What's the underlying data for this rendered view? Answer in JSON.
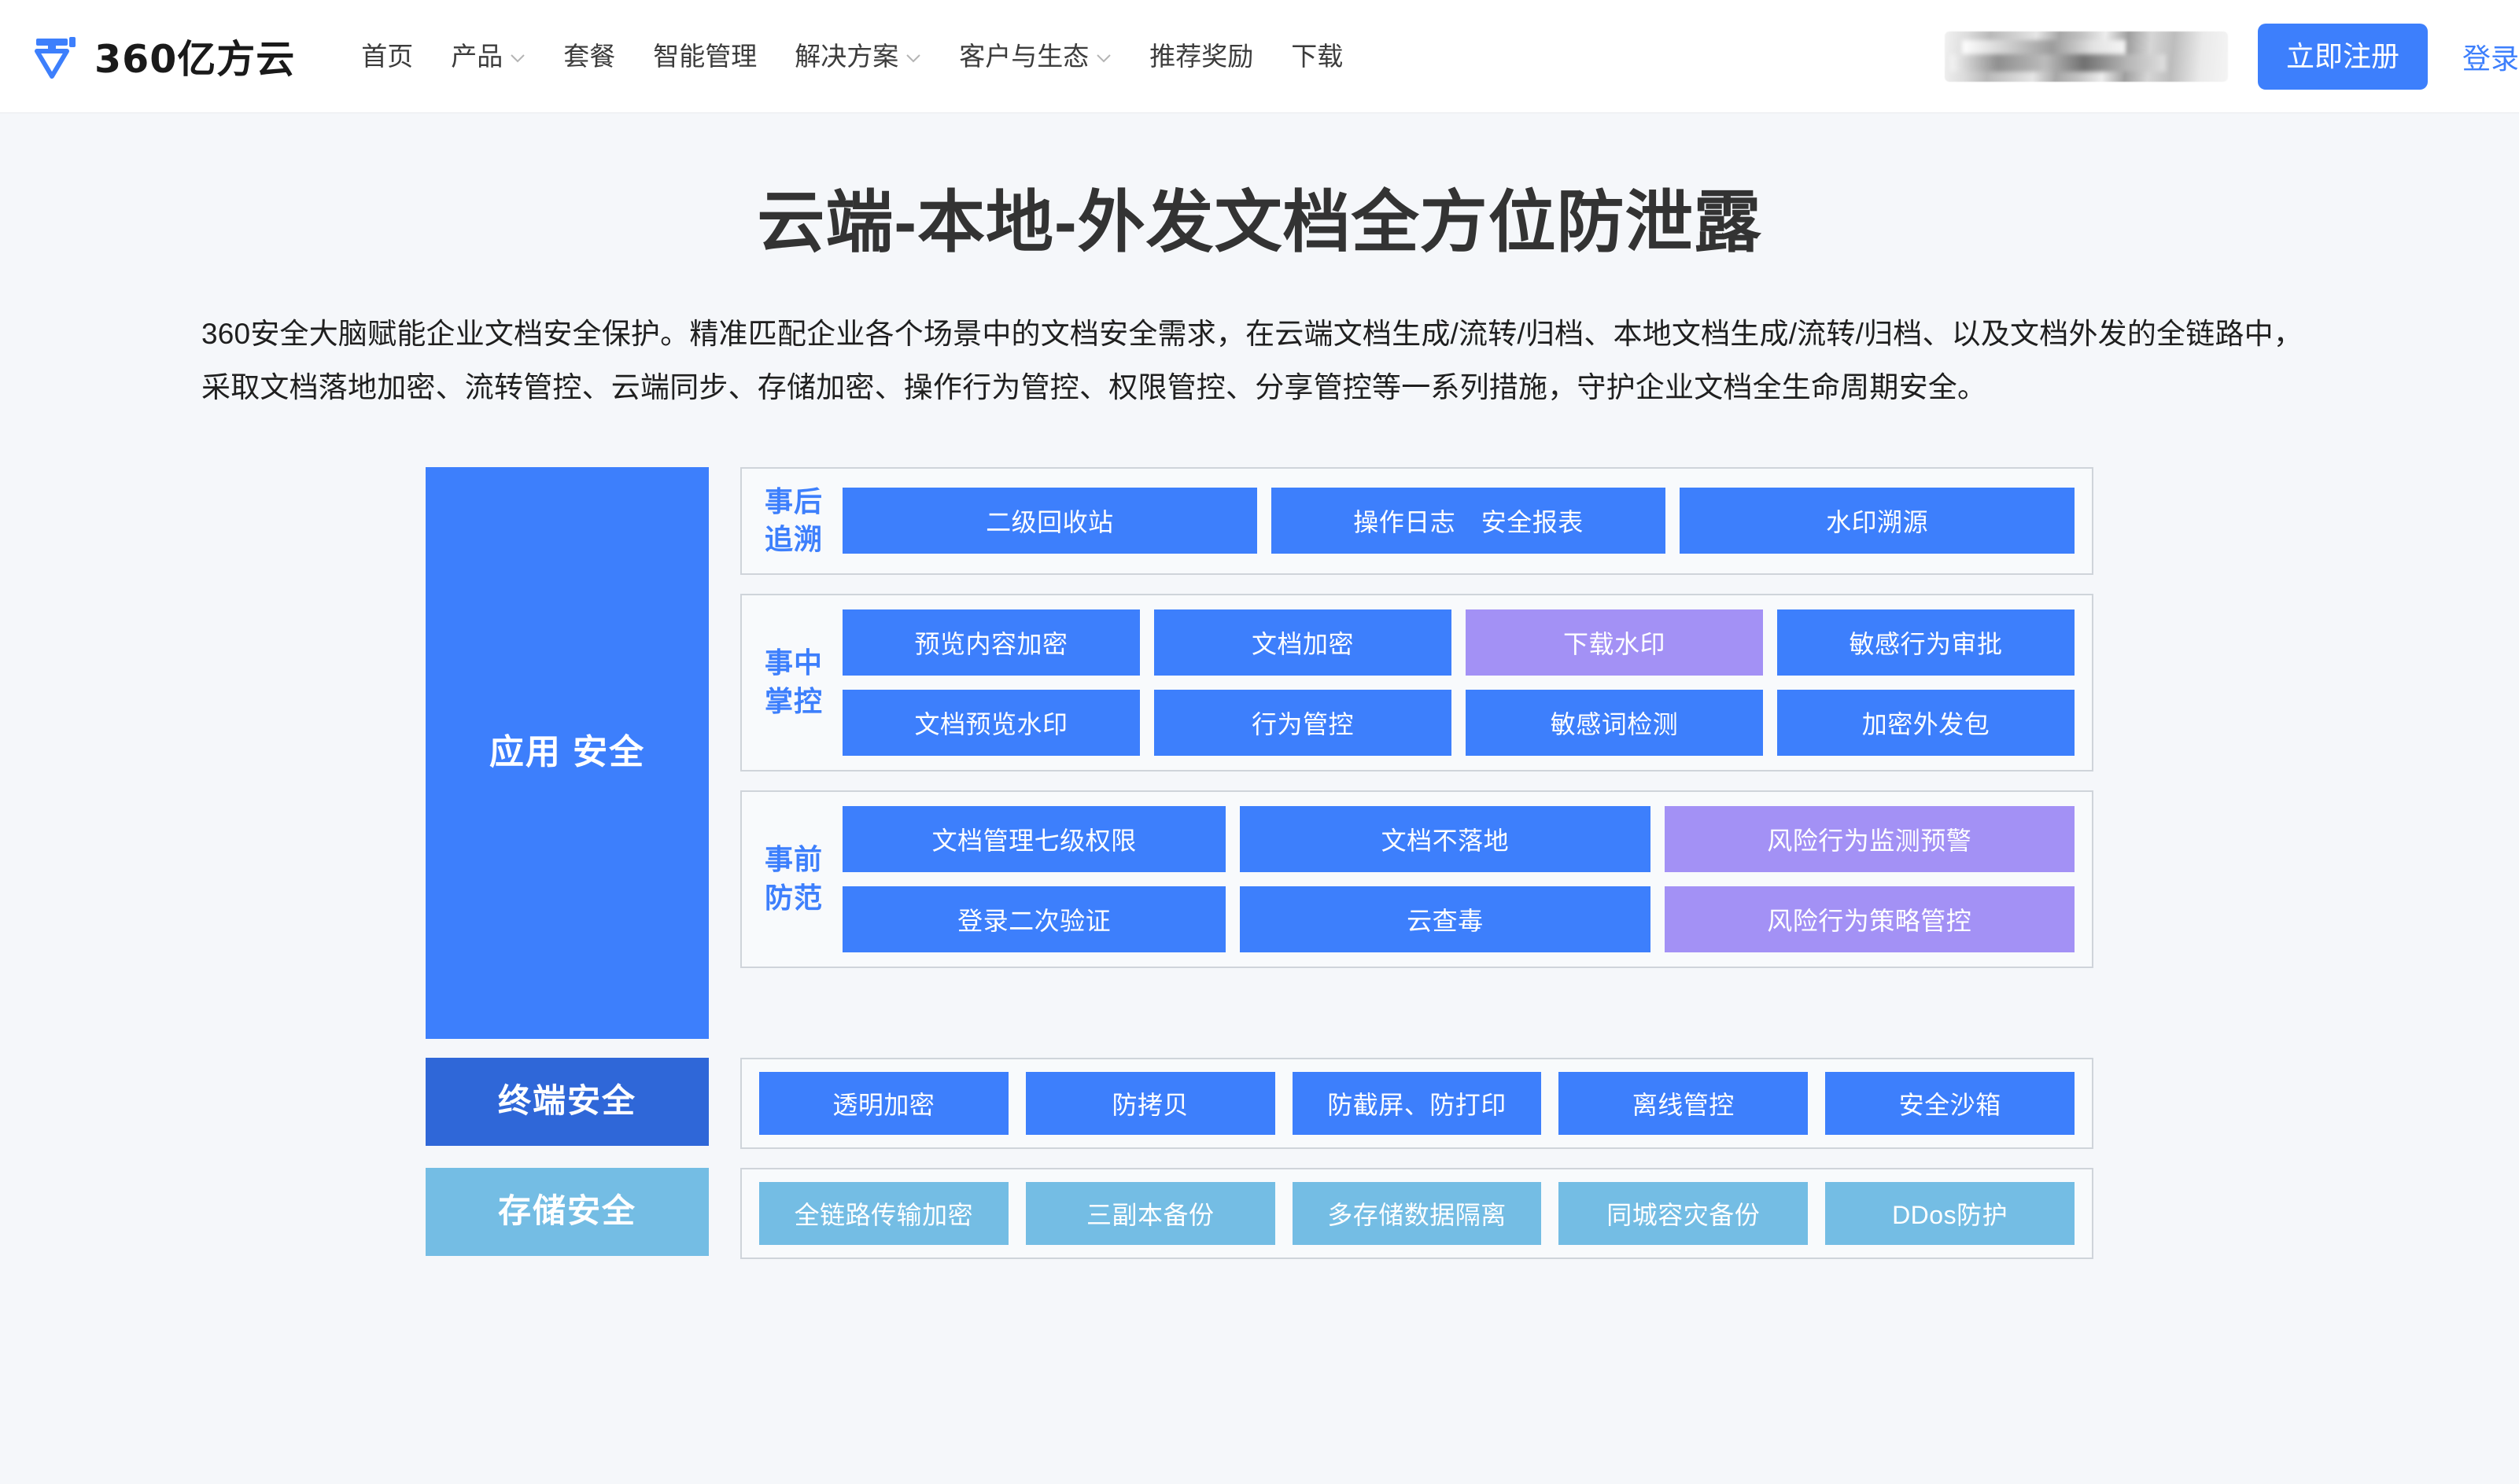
{
  "header": {
    "brand_name": "360亿方云",
    "logo_icon": "yifangyun-logo-icon",
    "nav": [
      {
        "label": "首页",
        "has_dropdown": false
      },
      {
        "label": "产品",
        "has_dropdown": true
      },
      {
        "label": "套餐",
        "has_dropdown": false
      },
      {
        "label": "智能管理",
        "has_dropdown": false
      },
      {
        "label": "解决方案",
        "has_dropdown": true
      },
      {
        "label": "客户与生态",
        "has_dropdown": true
      },
      {
        "label": "推荐奖励",
        "has_dropdown": false
      },
      {
        "label": "下载",
        "has_dropdown": false
      }
    ],
    "register_label": "立即注册",
    "login_label": "登录",
    "accent_color": "#3d7ffc"
  },
  "hero": {
    "title": "云端-本地-外发文档全方位防泄露",
    "description": "360安全大脑赋能企业文档安全保护。精准匹配企业各个场景中的文档安全需求，在云端文档生成/流转/归档、本地文档生成/流转/归档、以及文档外发的全链路中，采取文档落地加密、流转管控、云端同步、存储加密、操作行为管控、权限管控、分享管控等一系列措施，守护企业文档全生命周期安全。"
  },
  "colors": {
    "blue": "#3d7ffc",
    "deep_blue": "#2f67d8",
    "purple": "#a391f5",
    "light_blue": "#74bde4",
    "panel_bg": "#f8fafc",
    "panel_border": "#cfd4da",
    "page_bg": "#f5f7fa"
  },
  "diagram": {
    "application_security": {
      "side_label": "应用\n安全",
      "phases": [
        {
          "label": "事后\n追溯",
          "rows": [
            [
              {
                "text": "二级回收站",
                "color": "blue"
              },
              {
                "text": "操作日志　安全报表",
                "color": "blue"
              },
              {
                "text": "水印溯源",
                "color": "blue"
              }
            ]
          ]
        },
        {
          "label": "事中\n掌控",
          "rows": [
            [
              {
                "text": "预览内容加密",
                "color": "blue"
              },
              {
                "text": "文档加密",
                "color": "blue"
              },
              {
                "text": "下载水印",
                "color": "purple"
              },
              {
                "text": "敏感行为审批",
                "color": "blue"
              }
            ],
            [
              {
                "text": "文档预览水印",
                "color": "blue"
              },
              {
                "text": "行为管控",
                "color": "blue"
              },
              {
                "text": "敏感词检测",
                "color": "blue"
              },
              {
                "text": "加密外发包",
                "color": "blue"
              }
            ]
          ]
        },
        {
          "label": "事前\n防范",
          "rows": [
            [
              {
                "text": "文档管理七级权限",
                "color": "blue"
              },
              {
                "text": "文档不落地",
                "color": "blue"
              },
              {
                "text": "风险行为监测预警",
                "color": "purple"
              }
            ],
            [
              {
                "text": "登录二次验证",
                "color": "blue"
              },
              {
                "text": "云查毒",
                "color": "blue"
              },
              {
                "text": "风险行为策略管控",
                "color": "purple"
              }
            ]
          ]
        }
      ]
    },
    "terminal_security": {
      "side_label": "终端安全",
      "items": [
        {
          "text": "透明加密",
          "color": "blue"
        },
        {
          "text": "防拷贝",
          "color": "blue"
        },
        {
          "text": "防截屏、防打印",
          "color": "blue"
        },
        {
          "text": "离线管控",
          "color": "blue"
        },
        {
          "text": "安全沙箱",
          "color": "blue"
        }
      ]
    },
    "storage_security": {
      "side_label": "存储安全",
      "items": [
        {
          "text": "全链路传输加密",
          "color": "light"
        },
        {
          "text": "三副本备份",
          "color": "light"
        },
        {
          "text": "多存储数据隔离",
          "color": "light"
        },
        {
          "text": "同城容灾备份",
          "color": "light"
        },
        {
          "text": "DDos防护",
          "color": "light"
        }
      ]
    }
  }
}
